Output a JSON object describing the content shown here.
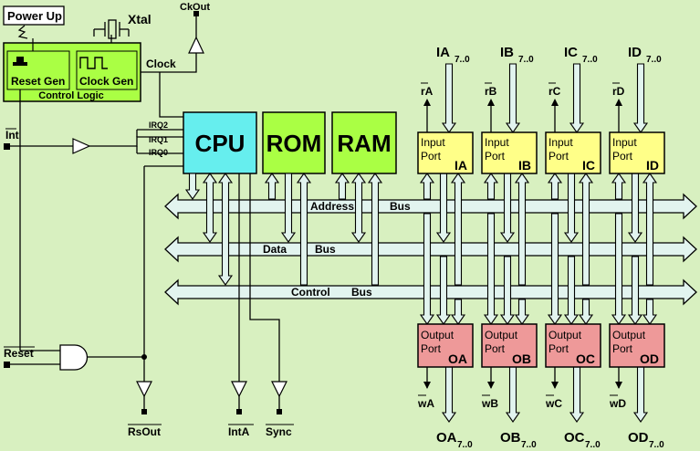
{
  "colors": {
    "background": "#d8f0c0",
    "cpu": "#66eeee",
    "memory": "#aaff44",
    "input_port": "#ffff88",
    "output_port": "#ee9999",
    "bus": "#e2f4ef",
    "control_block": "#aaff44",
    "wire": "#000000"
  },
  "power": {
    "label": "Power Up"
  },
  "xtal": {
    "label": "Xtal"
  },
  "ckout": {
    "label": "CkOut"
  },
  "control_logic": {
    "label": "Control Logic",
    "reset_gen": "Reset Gen",
    "clock_gen": "Clock Gen",
    "clock_label": "Clock"
  },
  "signals": {
    "int": "Int",
    "irq2": "IRQ2",
    "irq1": "IRQ1",
    "irq0": "IRQ0",
    "reset": "Reset",
    "rsout": "RsOut",
    "inta": "IntA",
    "sync": "Sync"
  },
  "blocks": {
    "cpu": "CPU",
    "rom": "ROM",
    "ram": "RAM"
  },
  "buses": [
    {
      "name": "Address",
      "suffix": "Bus"
    },
    {
      "name": "Data",
      "suffix": "Bus"
    },
    {
      "name": "Control",
      "suffix": "Bus"
    }
  ],
  "input_ports": [
    {
      "l1": "Input",
      "l2": "Port",
      "id": "IA",
      "read": "rA",
      "bus": "IA",
      "sub": "7..0"
    },
    {
      "l1": "Input",
      "l2": "Port",
      "id": "IB",
      "read": "rB",
      "bus": "IB",
      "sub": "7..0"
    },
    {
      "l1": "Input",
      "l2": "Port",
      "id": "IC",
      "read": "rC",
      "bus": "IC",
      "sub": "7..0"
    },
    {
      "l1": "Input",
      "l2": "Port",
      "id": "ID",
      "read": "rD",
      "bus": "ID",
      "sub": "7..0"
    }
  ],
  "output_ports": [
    {
      "l1": "Output",
      "l2": "Port",
      "id": "OA",
      "write": "wA",
      "bus": "OA",
      "sub": "7..0"
    },
    {
      "l1": "Output",
      "l2": "Port",
      "id": "OB",
      "write": "wB",
      "bus": "OB",
      "sub": "7..0"
    },
    {
      "l1": "Output",
      "l2": "Port",
      "id": "OC",
      "write": "wC",
      "bus": "OC",
      "sub": "7..0"
    },
    {
      "l1": "Output",
      "l2": "Port",
      "id": "OD",
      "write": "wD",
      "bus": "OD",
      "sub": "7..0"
    }
  ]
}
